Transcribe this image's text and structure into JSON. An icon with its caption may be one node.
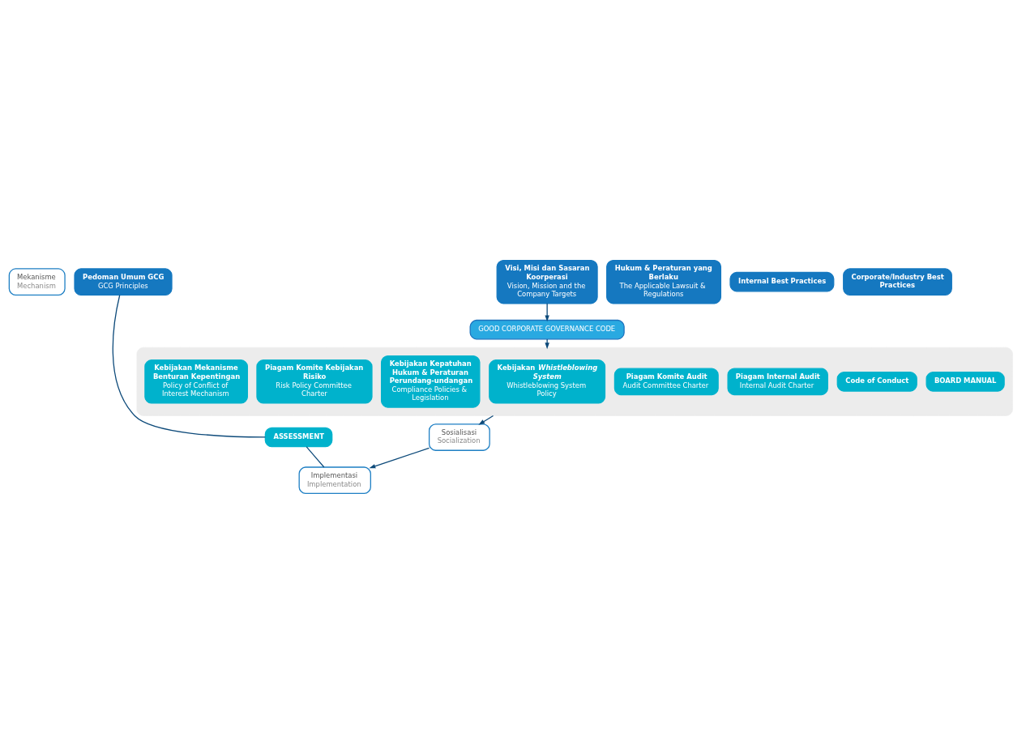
{
  "diagram": {
    "nodes": [
      {
        "text": [
          "Mekanisme",
          "Mechanism"
        ]
      },
      {
        "text": [
          "Pedoman Umum GCG",
          "GCG Principles"
        ]
      },
      {
        "text": [
          "Hukum & Peraturan yang Berlaku",
          "The Applicable Lawsuit & Regulations"
        ]
      },
      {
        "text": [
          "Visi, Misi dan Sasaran Koorperasi",
          "Vision, Mission and the Company Targets"
        ]
      },
      {
        "text": [
          "Internal Best Practices"
        ]
      },
      {
        "text": [
          "Corporate/Industry Best Practices"
        ]
      },
      {
        "text": [
          "GOOD CORPORATE GOVERNANCE CODE"
        ]
      },
      {
        "text": [],
        "shape": "box"
      },
      {
        "text": [
          "BOARD MANUAL"
        ],
        "in": 7
      },
      {
        "text": [
          "Code of Conduct"
        ],
        "in": 7
      },
      {
        "text": [
          "Piagam Internal Audit",
          "Internal Audit Charter"
        ],
        "in": 7
      },
      {
        "text": [
          "Piagam Komite Audit",
          "Audit Committee Charter"
        ],
        "in": 7
      },
      {
        "text": [
          "Kebijakan *Whistleblowing System*",
          "Whistleblowing System Policy"
        ],
        "in": 7
      },
      {
        "text": [
          "Kebijakan Kepatuhan Hukum & Peraturan Perundang-undangan",
          "Compliance Policies & Legislation"
        ],
        "in": 7
      },
      {
        "text": [
          "Piagam Komite Kebijakan Risiko",
          "Risk Policy Committee Charter"
        ],
        "in": 7
      },
      {
        "text": [
          "Kebijakan Mekanisme Benturan Kepentingan",
          "Policy of Conflict of Interest Mechanism"
        ],
        "in": 7
      },
      {
        "text": [
          "ASSESSMENT"
        ]
      },
      {
        "text": [
          "Sosialisasi",
          "Socialization"
        ]
      },
      {
        "text": [
          "Implementasi",
          "Implementation"
        ]
      }
    ],
    "edges": [
      {
        "from": 3,
        "to": 6,
        "arrow": "to"
      },
      {
        "from": 6,
        "to": 7,
        "arrow": "to"
      },
      {
        "from": 7,
        "to": 17,
        "arrow": "to"
      },
      {
        "from": 17,
        "to": 18,
        "arrow": "to"
      },
      {
        "from": 1,
        "to": 16,
        "arrow": "none"
      },
      {
        "from": 16,
        "to": 18,
        "arrow": "none"
      }
    ]
  }
}
